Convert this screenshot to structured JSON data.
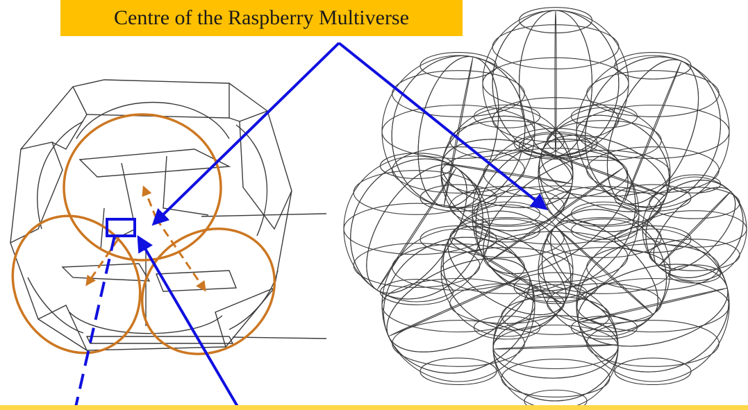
{
  "title": {
    "text": "Centre of the Raspberry Multiverse",
    "background": "#ffc000"
  },
  "colors": {
    "wire": "#3a3a3a",
    "annotation_orange": "#cc7722",
    "arrow_blue": "#1010e0",
    "bottom_band": "#ffd84a"
  },
  "left_figure": {
    "name": "truncated-polyhedron-wireframe",
    "highlighted_circles": 3,
    "marker": "blue-square"
  },
  "right_figure": {
    "name": "sphere-cluster-wireframe"
  }
}
